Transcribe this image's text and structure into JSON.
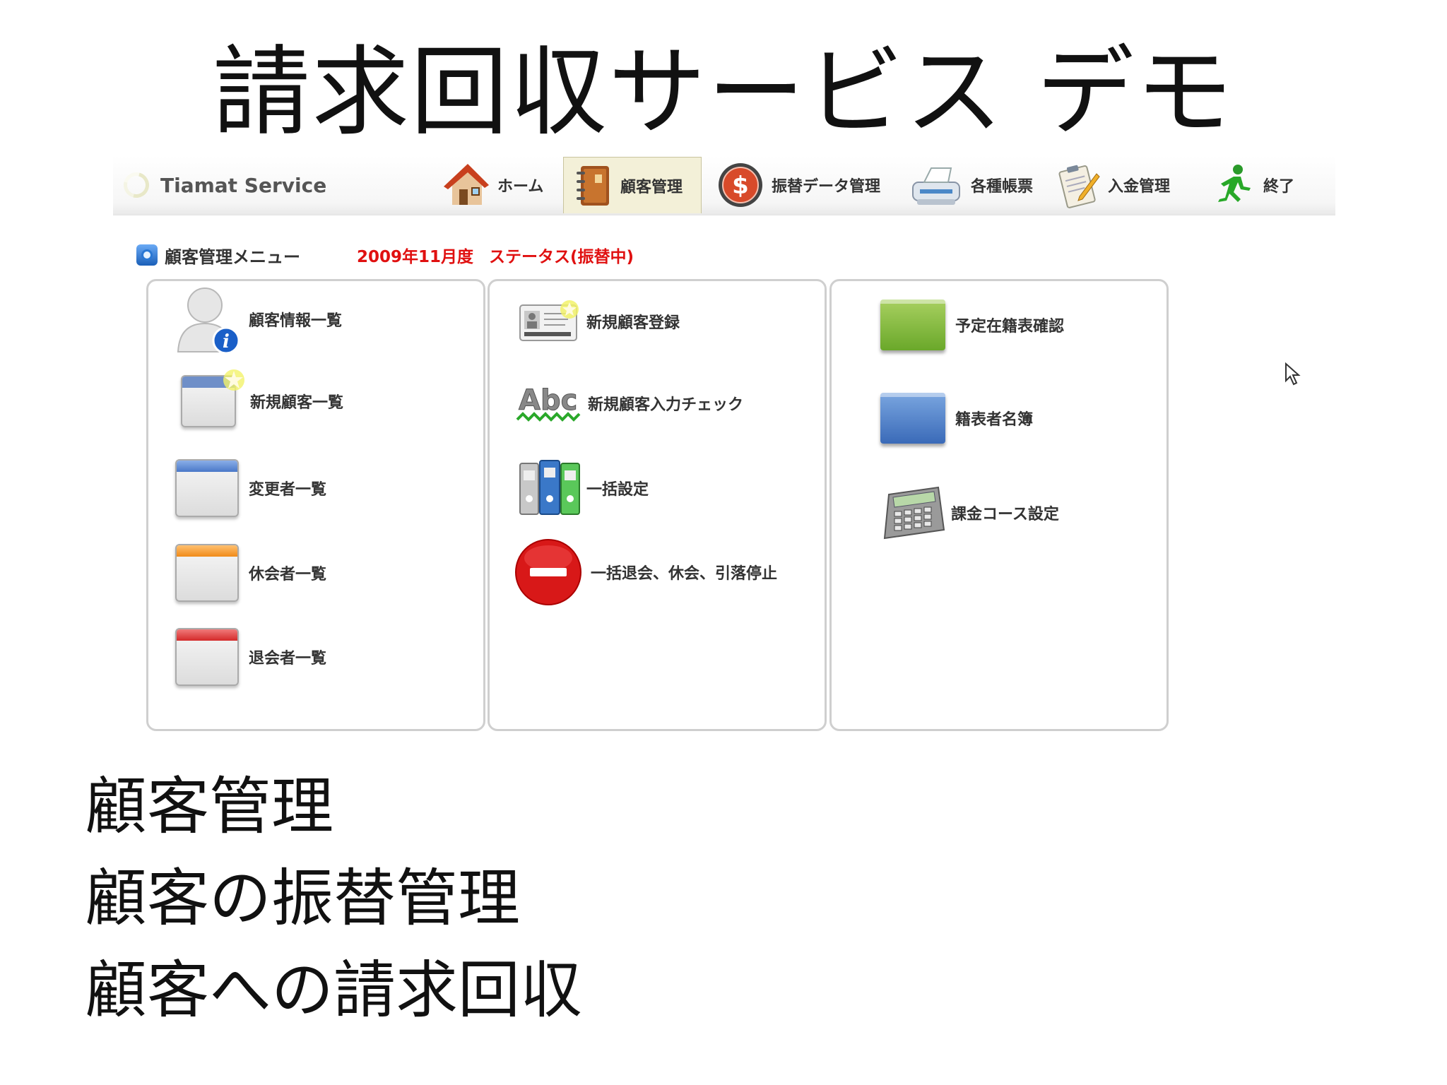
{
  "slide": {
    "title": "請求回収サービス デモ",
    "bullets": [
      "顧客管理",
      "顧客の振替管理",
      "顧客への請求回収"
    ]
  },
  "app": {
    "brand": "Tiamat Service",
    "nav": [
      {
        "label": "ホーム",
        "icon": "house-icon",
        "active": false
      },
      {
        "label": "顧客管理",
        "icon": "address-book-icon",
        "active": true
      },
      {
        "label": "振替データ管理",
        "icon": "dollar-coin-icon",
        "active": false
      },
      {
        "label": "各種帳票",
        "icon": "printer-icon",
        "active": false
      },
      {
        "label": "入金管理",
        "icon": "clipboard-pen-icon",
        "active": false
      },
      {
        "label": "終了",
        "icon": "running-man-icon",
        "active": false
      }
    ],
    "menu": {
      "title": "顧客管理メニュー",
      "period": "2009年11月度",
      "status": "ステータス(振替中)"
    },
    "panels": [
      {
        "items": [
          {
            "label": "顧客情報一覧",
            "icon": "user-info-icon"
          },
          {
            "label": "新規顧客一覧",
            "icon": "window-star-icon"
          },
          {
            "label": "変更者一覧",
            "icon": "window-blue-icon"
          },
          {
            "label": "休会者一覧",
            "icon": "window-orange-icon"
          },
          {
            "label": "退会者一覧",
            "icon": "window-red-icon"
          }
        ]
      },
      {
        "items": [
          {
            "label": "新規顧客登録",
            "icon": "id-card-icon"
          },
          {
            "label": "新規顧客入力チェック",
            "icon": "spellcheck-abc-icon"
          },
          {
            "label": "一括設定",
            "icon": "binders-icon"
          },
          {
            "label": "一括退会、休会、引落停止",
            "icon": "stop-sign-icon"
          }
        ]
      },
      {
        "items": [
          {
            "label": "予定在籍表確認",
            "icon": "green-folder-icon"
          },
          {
            "label": "籍表者名簿",
            "icon": "blue-folder-icon"
          },
          {
            "label": "課金コース設定",
            "icon": "calculator-icon"
          }
        ]
      }
    ],
    "accent_red": "#e01010"
  }
}
